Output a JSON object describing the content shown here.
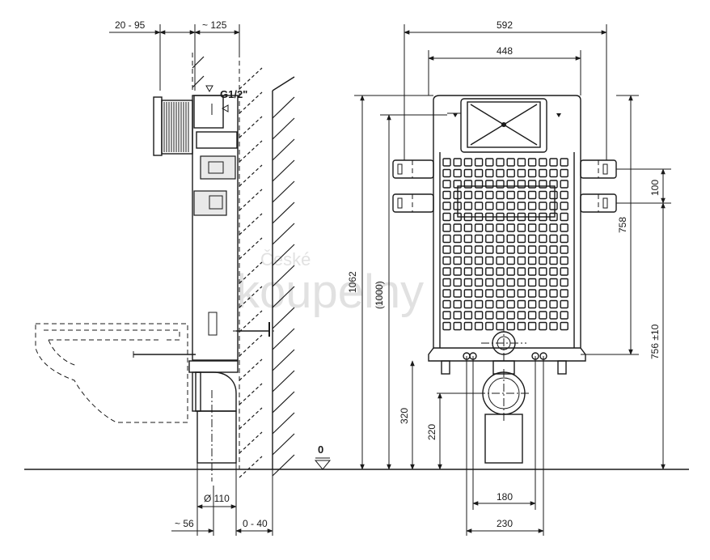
{
  "side_view": {
    "dims": {
      "wall_gap": "20 - 95",
      "frame_depth": "~ 125",
      "thread": "G1/2\"",
      "pipe_diameter": "Ø 110",
      "offset_left": "~ 56",
      "offset_wall": "0 - 40",
      "floor_level": "0"
    }
  },
  "front_view": {
    "dims": {
      "outer_width": "592",
      "inner_width": "448",
      "total_height": "1062",
      "frame_height": "(1000)",
      "bracket_spacing": "100",
      "bracket_height": "758",
      "outlet_height": "756 ±10",
      "drain_height_1": "320",
      "drain_height_2": "220",
      "stud_spacing": "180",
      "foot_spacing": "230"
    }
  },
  "watermark": {
    "line1": "České",
    "line2": "koupelny"
  }
}
